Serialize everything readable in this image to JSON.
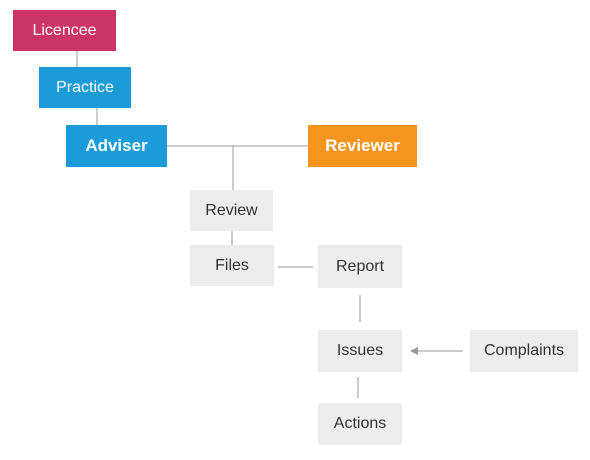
{
  "nodes": {
    "licencee": "Licencee",
    "practice": "Practice",
    "adviser": "Adviser",
    "reviewer": "Reviewer",
    "review": "Review",
    "files": "Files",
    "report": "Report",
    "issues": "Issues",
    "complaints": "Complaints",
    "actions": "Actions"
  },
  "colors": {
    "licencee": "#cc3366",
    "blue": "#1b9bd7",
    "reviewer": "#f7941d",
    "grey_box": "#ececec",
    "connector": "#999999"
  }
}
